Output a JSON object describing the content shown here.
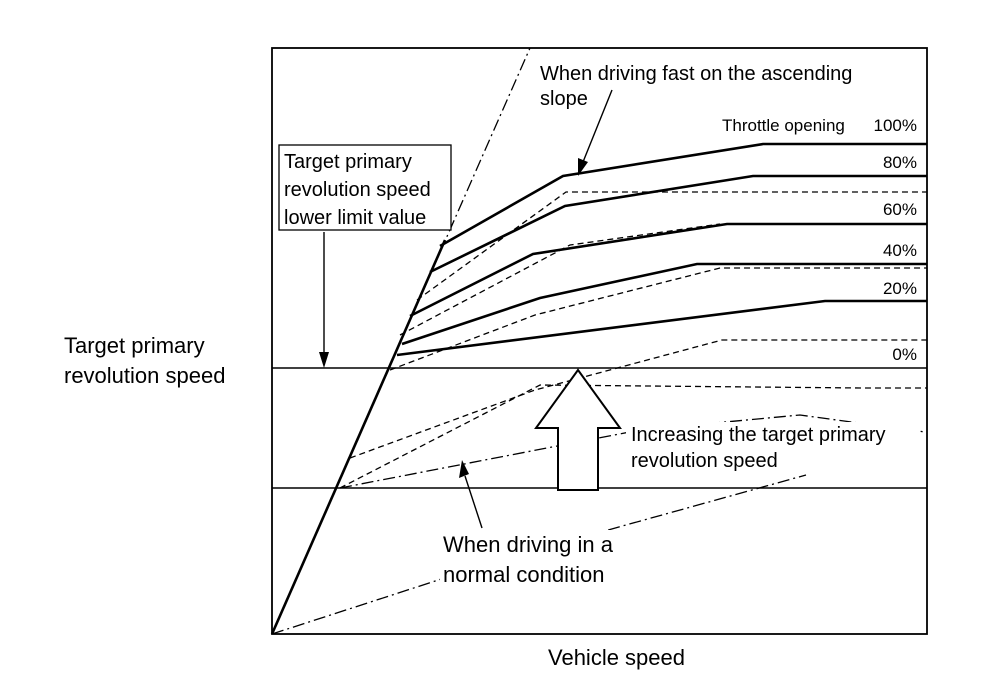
{
  "axes": {
    "y_label_line1": "Target primary",
    "y_label_line2": "revolution speed",
    "x_label": "Vehicle speed"
  },
  "annotations": {
    "ascending_line1": "When driving fast on the ascending",
    "ascending_line2": "slope",
    "lower_limit_line1": "Target primary",
    "lower_limit_line2": "revolution speed",
    "lower_limit_line3": "lower limit value",
    "increasing_line1": "Increasing the target primary",
    "increasing_line2": "revolution speed",
    "normal_line1": "When driving in a",
    "normal_line2": "normal condition"
  },
  "throttle": {
    "label": "Throttle opening",
    "p100": "100%",
    "p80": "80%",
    "p60": "60%",
    "p40": "40%",
    "p20": "20%",
    "p0": "0%"
  }
}
